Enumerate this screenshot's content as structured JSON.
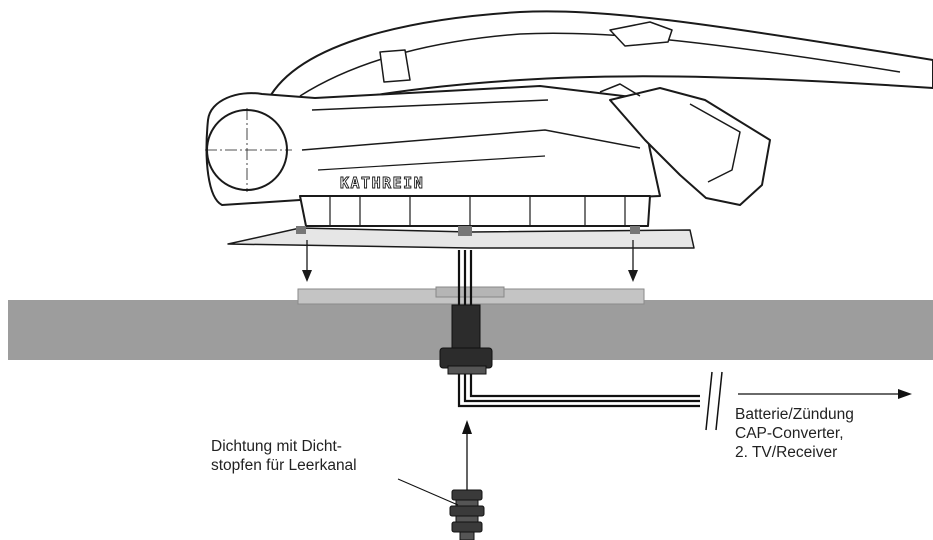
{
  "brand": "KATHREIN",
  "labels": {
    "seal_line1": "Dichtung mit Dicht-",
    "seal_line2": "stopfen für Leerkanal",
    "dest_line1": "Batterie/Zündung",
    "dest_line2": "CAP-Converter,",
    "dest_line3": "2. TV/Receiver"
  },
  "colors": {
    "roof": "#9d9d9d",
    "plate": "#c4c4c4",
    "antenna_fill": "#ffffff",
    "outline": "#1a1a1a",
    "grommet": "#2c2c2c"
  }
}
